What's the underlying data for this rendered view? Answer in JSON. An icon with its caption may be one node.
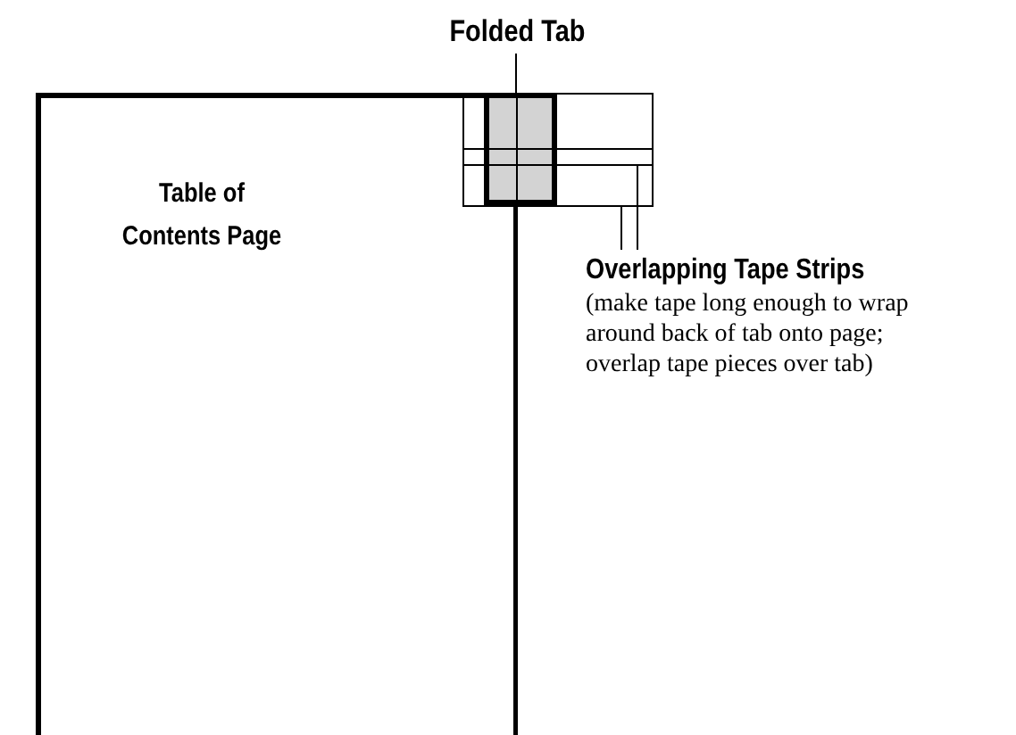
{
  "diagram": {
    "nodes": [
      {
        "text": [
          "Table of Contents Page"
        ]
      },
      {
        "text": [],
        "shape": "box"
      },
      {
        "text": [
          "Folded Tab"
        ]
      },
      {
        "text": [],
        "shape": "bar"
      },
      {
        "text": [],
        "shape": "bar"
      },
      {
        "text": [
          "Overlapping Tape Strips",
          "(make tape long enough to wrap around back of tab onto page; overlap tape pieces over tab)"
        ]
      }
    ],
    "edges": [
      {
        "from": 2,
        "to": 1,
        "arrow": "none"
      },
      {
        "from": 5,
        "to": 3,
        "arrow": "none"
      },
      {
        "from": 5,
        "to": 4,
        "arrow": "none"
      }
    ]
  }
}
